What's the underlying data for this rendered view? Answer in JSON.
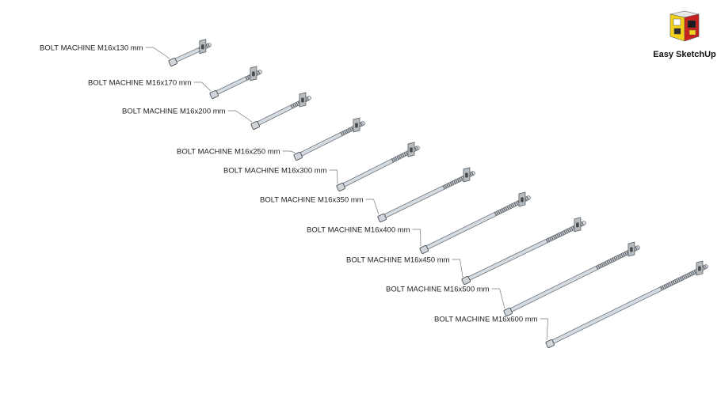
{
  "brand": {
    "name": "Easy SketchUp"
  },
  "colors": {
    "shaft": "#d4dbe2",
    "shaft_edge": "#6d7378",
    "thread": "#6a6e72",
    "plate": "#b7bcc1",
    "leader": "#777777"
  },
  "bolts": [
    {
      "label": "BOLT MACHINE M16x130 mm"
    },
    {
      "label": "BOLT MACHINE M16x170 mm"
    },
    {
      "label": "BOLT MACHINE M16x200 mm"
    },
    {
      "label": "BOLT MACHINE M16x250 mm"
    },
    {
      "label": "BOLT MACHINE M16x300 mm"
    },
    {
      "label": "BOLT MACHINE M16x350 mm"
    },
    {
      "label": "BOLT MACHINE M16x400 mm"
    },
    {
      "label": "BOLT MACHINE M16x450 mm"
    },
    {
      "label": "BOLT MACHINE M16x500 mm"
    },
    {
      "label": "BOLT MACHINE M16x600 mm"
    }
  ]
}
